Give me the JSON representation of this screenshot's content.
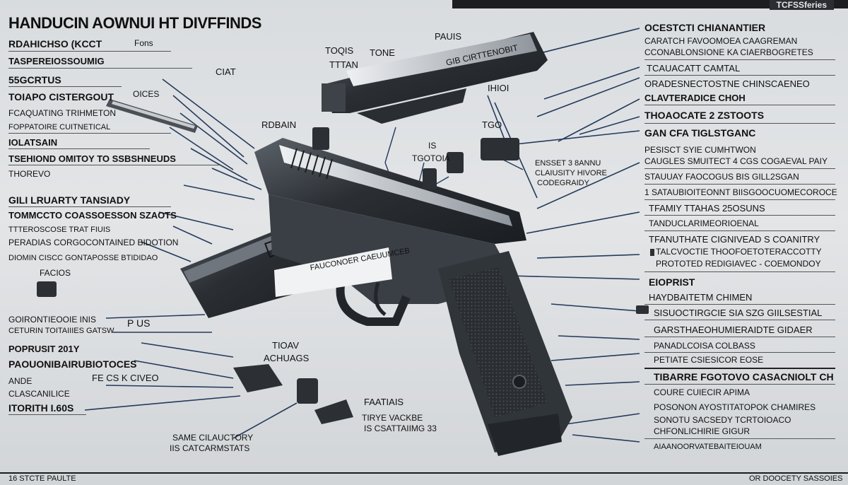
{
  "header": {
    "title": "HANDUCIN AOWNUI HT DIVFFINDS",
    "series_tag": "TCFSSferies"
  },
  "left_labels": [
    "RDAHICHSO (KCCT",
    "Fons",
    "TASPEREIOSSOUMIG",
    "55GCRTUS",
    "TOIAPO CISTERGOUT",
    "OICES",
    "FCAQUATING TRIHMETON",
    "FOPPATOIRE CUITNETICAL",
    "IOLATSAIN",
    "TSEHIOND OMITOY TO SSBSHNEUDS",
    "THOREVO",
    "GILI LRUARTY TANSIADY",
    "TOMMCCTO COASSOESSON SZAOTS",
    "TTTEROSCOSE TRAT FIUIS",
    "PERADIAS CORGOCONTAINED BIDOTION",
    "DIOMIN CISCC GONTAPOSSE BTIDIDAO",
    "FACIOS",
    "GOIRONTIEOOIE INIS",
    "P US",
    "CETURIN TOITAIIIES GATSW",
    "POPRUSIT 201Y",
    "PAOUONIBAIRUBIOTOCES",
    "FE CS K CIVEO",
    "ANDE",
    "CLASCANILICE",
    "ITORITH I.60S"
  ],
  "center_labels": [
    "PAUIS",
    "TOQIS",
    "TONE",
    "TTTAN",
    "CIAT",
    "IHIOI",
    "TGO",
    "RDBAIN",
    "IS",
    "TGOTOIA",
    "ENSSET 3 8ANNU",
    "CLAIUSITY HIVORE",
    "CODEGRAIDY",
    "FAUCONOER CAEUUMCEB",
    "TIOAV",
    "ACHUAGS",
    "FAATIAIS",
    "TIRYE VACKBE",
    "IS CSATTAIIMG 33",
    "SAME CILAUCTORY",
    "IIS CATCARMSTATS",
    "GIB CIRTTENOBIT"
  ],
  "right_labels": [
    "OCESTCTI CHIANANTIER",
    "CARATCH FAVOOMOEA CAAGREMAN",
    "CCONABLONSIONE KA CIAERBOGRETES",
    "TCAUACATT CAMTAL",
    "ORADESNECTOSTNE CHINSCAENEO",
    "CLAVTERADICE CHOH",
    "THOAOCATE 2 ZSTOOTS",
    "GAN CFA TIGLSTGANC",
    "PESISCT SYIE CUMHTWON",
    "CAUGLES SMUITECT 4 CGS COGAEVAL PAIY",
    "STAUUAY FAOCOGUS BIS GILL2SGAN",
    "1 SATAUBIOITEONNT BIISGOOCUOMECOROCE",
    "TFAMIY TTAHAS 25OSUNS",
    "TANDUCLARIMEORIOENAL",
    "TFANUTHATE CIGNIVEAD S COANITRY",
    "TALCVOCTIE THOOFOETOTERACCOTTY",
    "PROTOTED REDIGIAVEC - COEMONDOY",
    "EIOPRIST",
    "HAYDBAITETM CHIMEN",
    "SISUOCTIRGCIE SIA SZG GIILSESTIAL",
    "GARSTHAEOHUMIERAIDTE GIDAER",
    "PANADLCOISA COLBASS",
    "PETIATE CSIESICOR EOSE",
    "TIBARRE FGOTOVO CASACNIOLT CH",
    "COURE CUIECIR APIMA",
    "POSONON AYOSTITATOPOK CHAMIRES",
    "SONOTU SACSEDY TCRTOIOACO",
    "CHFONLICHIRIE GIGUR",
    "AIAANOORVATEBAITEIOUAM"
  ],
  "footer": {
    "left": "16 STCTE PAULTE",
    "right": "OR DOOCETY SASSOIES"
  },
  "colors": {
    "background": "#dfe1e3",
    "gun_body": "#2f3338",
    "gun_highlight": "#8c949c",
    "callout_line": "#253a5c",
    "text": "#111111"
  }
}
